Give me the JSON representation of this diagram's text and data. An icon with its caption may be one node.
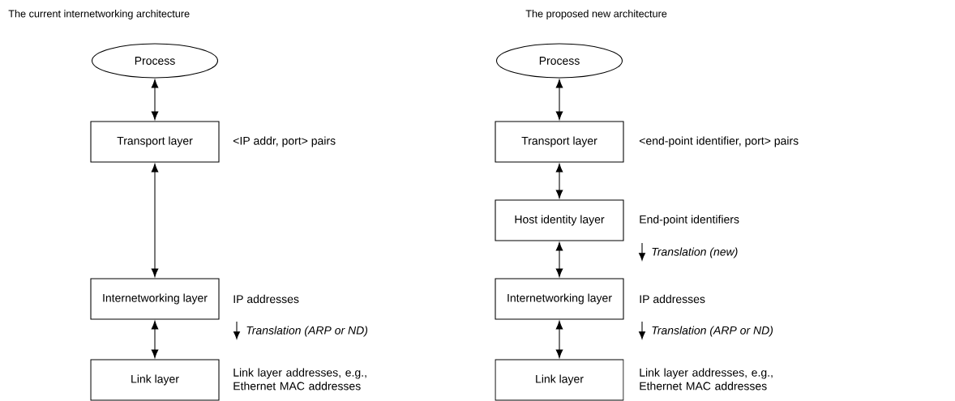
{
  "diagram": {
    "nodes": [
      {
        "text": [
          "Process"
        ]
      },
      {
        "text": [
          "Transport layer"
        ]
      },
      {
        "text": [
          "Internetworking layer"
        ]
      },
      {
        "text": [
          "Link layer"
        ]
      },
      {
        "text": [
          "Process"
        ]
      },
      {
        "text": [
          "Transport layer"
        ]
      },
      {
        "text": [
          "Host identity layer"
        ]
      },
      {
        "text": [
          "Internetworking layer"
        ]
      },
      {
        "text": [
          "Link layer"
        ]
      }
    ],
    "edges": [
      {
        "from": 0,
        "to": 1,
        "arrow": "both"
      },
      {
        "from": 1,
        "to": 2,
        "arrow": "both"
      },
      {
        "from": 2,
        "to": 3,
        "arrow": "both"
      },
      {
        "from": 4,
        "to": 5,
        "arrow": "both"
      },
      {
        "from": 5,
        "to": 6,
        "arrow": "both"
      },
      {
        "from": 6,
        "to": 7,
        "arrow": "both"
      },
      {
        "from": 7,
        "to": 8,
        "arrow": "both"
      }
    ],
    "labels": [
      "The current internetworking architecture",
      "The proposed new architecture",
      "<IP addr, port> pairs",
      "IP addresses",
      "Translation (ARP or ND)",
      "Link layer addresses, e.g., Ethernet MAC addresses",
      "<end-point identifier, port> pairs",
      "End-point identifiers",
      "Translation (new)",
      "IP addresses",
      "Translation (ARP or ND)",
      "Link layer addresses, e.g., Ethernet MAC addresses"
    ]
  }
}
